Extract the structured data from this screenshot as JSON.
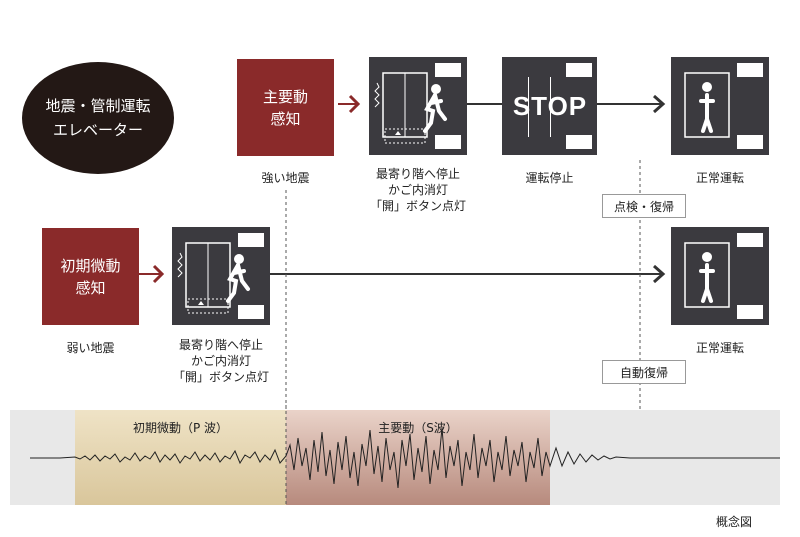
{
  "circle_title": [
    "地震・管制運転",
    "エレベーター"
  ],
  "row1": {
    "trigger": [
      "主要動",
      "感知"
    ],
    "trigger_caption": "強い地震",
    "step1_caption": [
      "最寄り階へ停止",
      "かご内消灯",
      "「開」ボタン点灯"
    ],
    "step2_text": "STOP",
    "step2_caption": "運転停止",
    "step3_caption": "正常運転",
    "tag": "点検・復帰"
  },
  "row2": {
    "trigger": [
      "初期微動",
      "感知"
    ],
    "trigger_caption": "弱い地震",
    "step1_caption": [
      "最寄り階へ停止",
      "かご内消灯",
      "「開」ボタン点灯"
    ],
    "step3_caption": "正常運転",
    "tag": "自動復帰"
  },
  "wave": {
    "p_label": "初期微動（P 波）",
    "s_label": "主要動（S波）"
  },
  "footnote": "概念図",
  "colors": {
    "red": "#8a2a2a",
    "dark": "#3b3a3f",
    "circle": "#231815"
  }
}
